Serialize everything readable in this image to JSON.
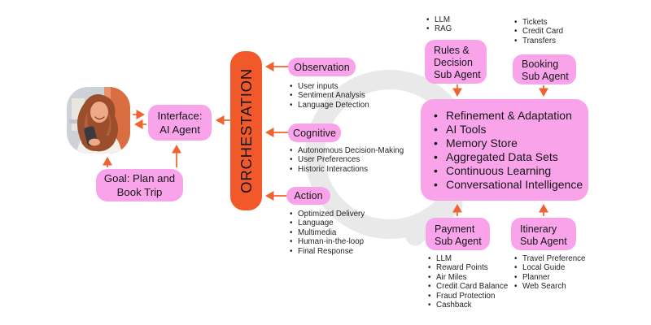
{
  "colors": {
    "pink": "#F9A4EA",
    "orange": "#F1592B",
    "arrow": "#F0622F",
    "text": "#1A1A1C",
    "watermark": "#E9E9E9",
    "bg": "#FFFFFF"
  },
  "left": {
    "avatar": "photo of smiling woman with curly hair using a phone",
    "interface_box": {
      "line1": "Interface:",
      "line2": "AI Agent"
    },
    "goal_box": {
      "line1": "Goal: Plan and",
      "line2": "Book Trip"
    }
  },
  "orchestration": {
    "label": "ORCHESTATION"
  },
  "stages": [
    {
      "label": "Observation",
      "items": [
        "User inputs",
        "Sentiment Analysis",
        "Language Detection"
      ]
    },
    {
      "label": "Cognitive",
      "items": [
        "Autonomous Decision-Making",
        "User Preferences",
        "Historic Interactions"
      ]
    },
    {
      "label": "Action",
      "items": [
        "Optimized Delivery",
        "Language",
        "Multimedia",
        "Human-in-the-loop",
        "Final Response"
      ]
    }
  ],
  "core_box": {
    "items": [
      "Refinement & Adaptation",
      "AI Tools",
      "Memory Store",
      "Aggregated Data Sets",
      "Continuous Learning",
      "Conversational Intelligence"
    ]
  },
  "sub_agents": {
    "rules": {
      "label_lines": [
        "Rules &",
        "Decision",
        "Sub Agent"
      ],
      "items": [
        "LLM",
        "RAG"
      ]
    },
    "booking": {
      "label_lines": [
        "Booking",
        "Sub Agent"
      ],
      "items": [
        "Tickets",
        "Credit Card",
        "Transfers"
      ]
    },
    "payment": {
      "label_lines": [
        "Payment",
        "Sub Agent"
      ],
      "items": [
        "LLM",
        "Reward Points",
        "Air Miles",
        "Credit Card Balance",
        "Fraud Protection",
        "Cashback"
      ]
    },
    "itinerary": {
      "label_lines": [
        "Itinerary",
        "Sub Agent"
      ],
      "items": [
        "Travel Preference",
        "Local Guide",
        "Planner",
        "Web Search"
      ]
    }
  }
}
